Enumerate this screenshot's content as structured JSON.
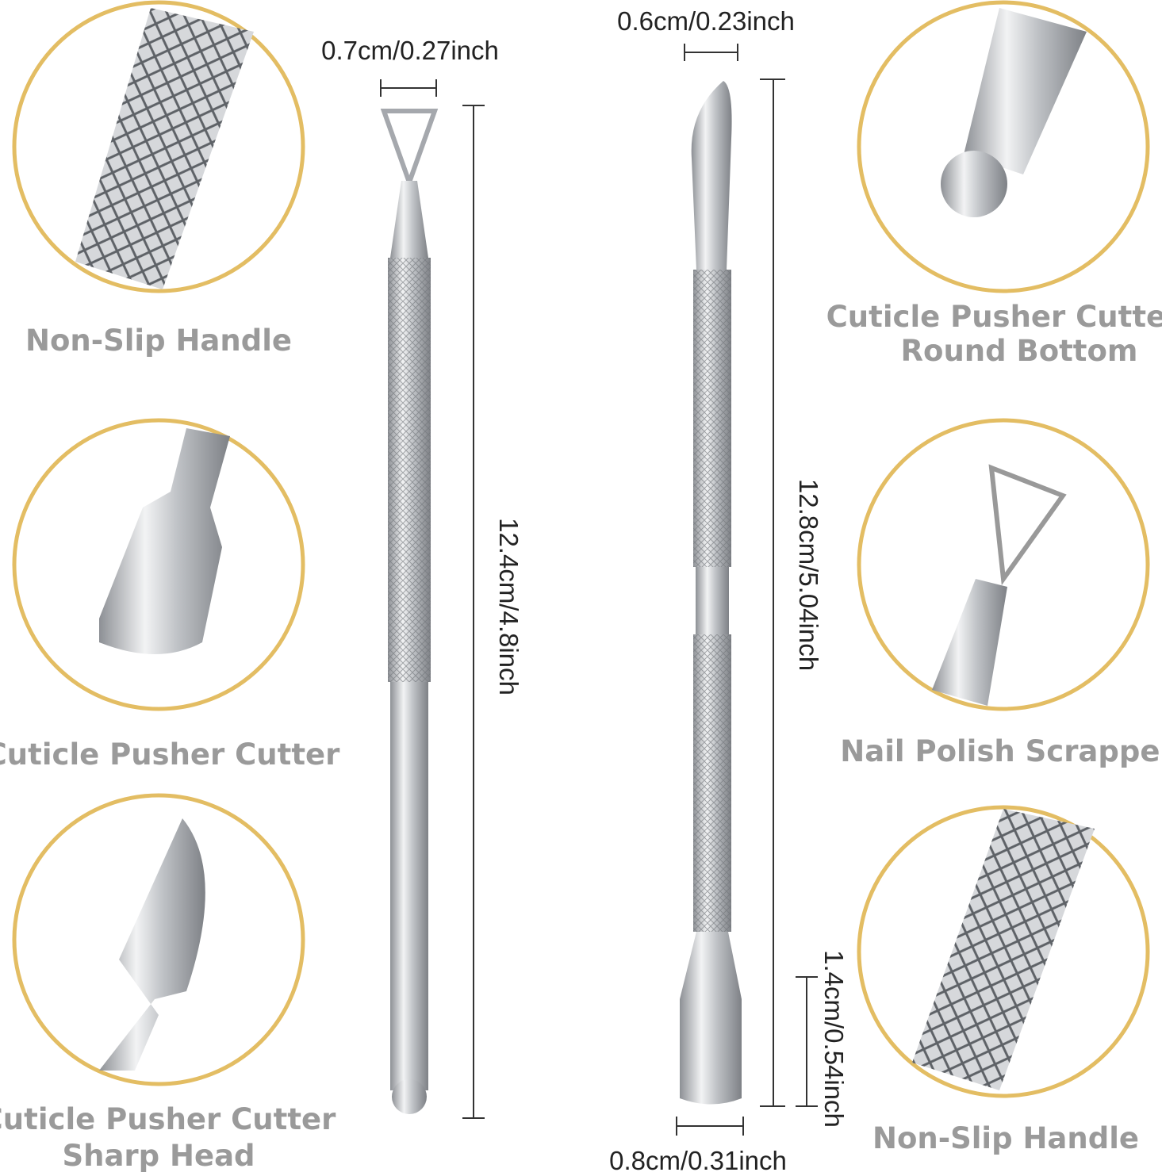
{
  "colors": {
    "ring": "#e3bd63",
    "label": "#9a9a9a",
    "steel": "#c9cbcf"
  },
  "left_panels": [
    {
      "lines": [
        "Non-Slip Handle"
      ]
    },
    {
      "lines": [
        "Cuticle Pusher Cutter"
      ]
    },
    {
      "lines": [
        "Cuticle Pusher Cutter",
        "Sharp Head"
      ]
    }
  ],
  "right_panels": [
    {
      "lines": [
        "Cuticle Pusher Cutter",
        "Round Bottom"
      ]
    },
    {
      "lines": [
        "Nail Polish Scrapper"
      ]
    },
    {
      "lines": [
        "Non-Slip Handle"
      ]
    }
  ],
  "dimensions": {
    "tool1_width": "0.7cm/0.27inch",
    "tool1_length": "12.4cm/4.8inch",
    "tool2_top_width": "0.6cm/0.23inch",
    "tool2_length": "12.8cm/5.04inch",
    "tool2_head_length": "1.4cm/0.54inch",
    "tool2_bottom_width": "0.8cm/0.31inch"
  }
}
